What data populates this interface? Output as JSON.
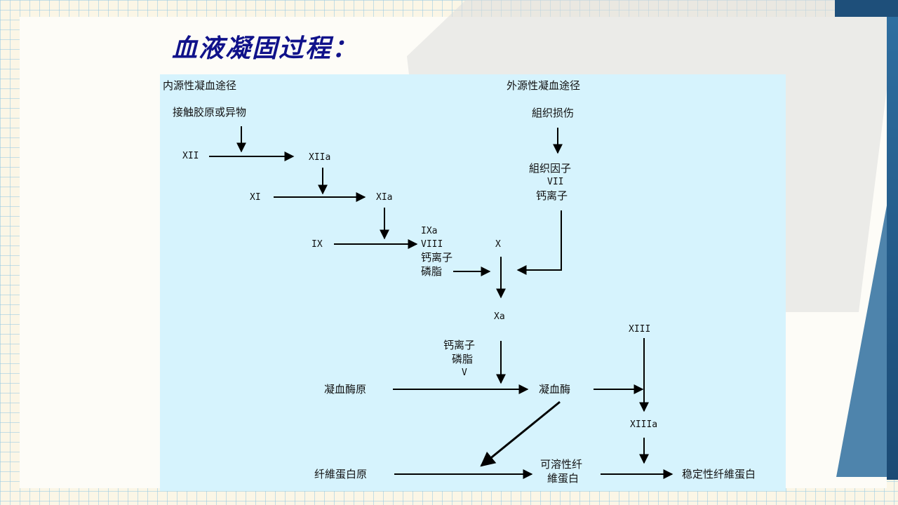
{
  "slide": {
    "title": "血液凝固过程："
  },
  "diagram": {
    "intrinsic_heading": "内源性凝血途径",
    "extrinsic_heading": "外源性凝血途径",
    "contact": "接触胶原或异物",
    "xii": "XII",
    "xiia": "XIIa",
    "xi": "XI",
    "xia": "XIa",
    "ix": "IX",
    "ixa": "IXa",
    "viii": "VIII",
    "calcium1": "钙离子",
    "phospholipid1": "磷脂",
    "tissue_damage": "組织损伤",
    "tissue_factor": "組织因子",
    "vii": "VII",
    "calcium_ext": "钙离子",
    "x": "X",
    "xa": "Xa",
    "calcium2": "钙离子",
    "phospholipid2": "磷脂",
    "v": "V",
    "prothrombin": "凝血酶原",
    "thrombin": "凝血酶",
    "xiii": "XIII",
    "xiiia": "XIIIa",
    "fibrinogen": "纤維蛋白原",
    "soluble_fibrin_line1": "可溶性纤",
    "soluble_fibrin_line2": "維蛋白",
    "stable_fibrin": "稳定性纤維蛋白"
  },
  "colors": {
    "title": "#10128a",
    "diagram_bg": "#d6f3fd",
    "accent_blue": "#1e4f7a"
  }
}
